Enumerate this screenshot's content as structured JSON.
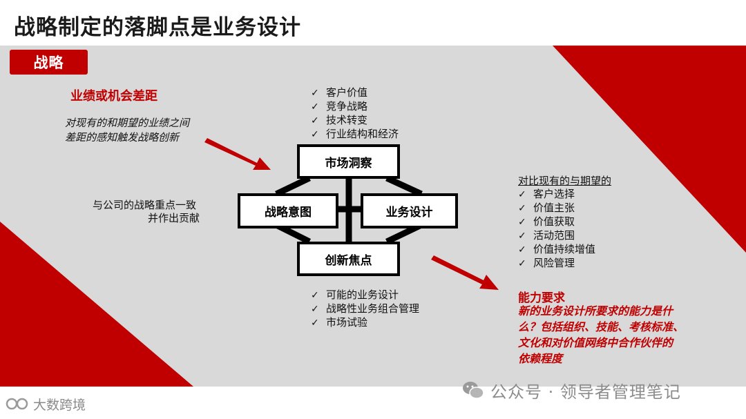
{
  "title": "战略制定的落脚点是业务设计",
  "tag": "战略",
  "gap": {
    "heading": "业绩或机会差距",
    "desc_line1": "对现有的和期望的业绩之间",
    "desc_line2": "差距的感知触发战略创新"
  },
  "market_checks": [
    "客户价值",
    "竞争战略",
    "技术转变",
    "行业结构和经济"
  ],
  "align_line1": "与公司的战略重点一致",
  "align_line2": "并作出贡献",
  "boxes": {
    "market": "市场洞察",
    "intent": "战略意图",
    "design": "业务设计",
    "innovation": "创新焦点"
  },
  "innovation_checks": [
    "可能的业务设计",
    "战略性业务组合管理",
    "市场试验"
  ],
  "compare": {
    "heading": "对比现有的与期望的",
    "items": [
      "客户选择",
      "价值主张",
      "价值获取",
      "活动范围",
      "价值持续增值",
      "风险管理"
    ]
  },
  "capability": {
    "heading": "能力要求",
    "line1": "新的业务设计所要求的能力是什",
    "line2": "么？包括组织、技能、考核标准、",
    "line3": "文化和对价值网络中合作伙伴的",
    "line4": "依赖程度"
  },
  "footer_logo": "大数跨境",
  "watermark": "公众号 · 领导者管理笔记",
  "colors": {
    "accent": "#c00000",
    "panel": "#d9d9d9"
  }
}
